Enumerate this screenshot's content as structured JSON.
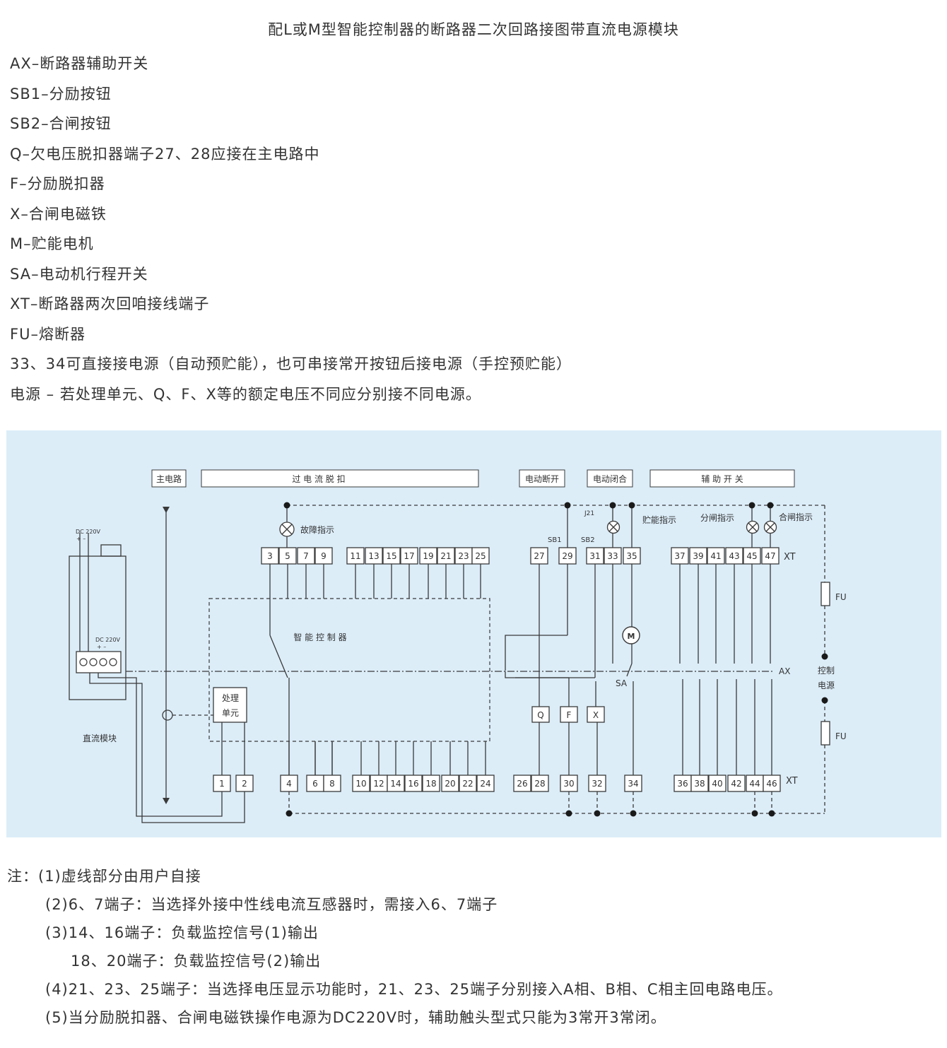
{
  "title": "配L或M型智能控制器的断路器二次回路接图带直流电源模块",
  "legend": [
    "AX–断路器辅助开关",
    "SB1–分励按钮",
    "SB2–合闸按钮",
    "Q–欠电压脱扣器端子27、28应接在主电路中",
    "F–分励脱扣器",
    "X–合闸电磁铁",
    "M–贮能电机",
    "SA–电动机行程开关",
    "XT–断路器两次回咱接线端子",
    "FU–熔断器",
    "33、34可直接接电源（自动预贮能），也可串接常开按钮后接电源（手控预贮能）",
    "电源 – 若处理单元、Q、F、X等的额定电压不同应分别接不同电源。"
  ],
  "diagram": {
    "colors": {
      "background": "#dcedf8",
      "line": "#3a3a3a"
    },
    "headers": {
      "main_circuit": "主电路",
      "overcurrent_trip": "过 电 流 脱 扣",
      "electric_open": "电动断开",
      "electric_close": "电动闭合",
      "aux_switch": "辅 助 开 关"
    },
    "labels": {
      "fault_indicator": "故障指示",
      "stored_energy_indicator": "贮能指示",
      "open_indicator": "分闸指示",
      "close_indicator": "合闸指示",
      "xt_top": "XT",
      "xt_bottom": "XT",
      "controller": "智 能 控 制 器",
      "processing_unit_1": "处理",
      "processing_unit_2": "单元",
      "dc_module": "直流模块",
      "dc_220v_top": "DC  220V",
      "dc_220v_inner": "DC  220V",
      "plus_minus_top": "+      –",
      "plus_minus_inner": "+      –",
      "sb1": "SB1",
      "sb2": "SB2",
      "j21": "J21",
      "sa": "SA",
      "ax": "AX",
      "fu_top": "FU",
      "fu_bottom": "FU",
      "control_power_1": "控制",
      "control_power_2": "电源",
      "q": "Q",
      "f": "F",
      "x": "X",
      "motor": "M"
    },
    "top_terminals": [
      "3",
      "5",
      "7",
      "9",
      "11",
      "13",
      "15",
      "17",
      "19",
      "21",
      "23",
      "25",
      "27",
      "29",
      "31",
      "33",
      "35",
      "37",
      "39",
      "41",
      "43",
      "45",
      "47"
    ],
    "bottom_terminals": [
      "1",
      "2",
      "4",
      "6",
      "8",
      "10",
      "12",
      "14",
      "16",
      "18",
      "20",
      "22",
      "24",
      "26",
      "28",
      "30",
      "32",
      "34",
      "36",
      "38",
      "40",
      "42",
      "44",
      "46"
    ]
  },
  "notes": [
    "注：(1)虚线部分由用户自接",
    "(2)6、7端子：当选择外接中性线电流互感器时，需接入6、7端子",
    "(3)14、16端子：负载监控信号(1)输出",
    "18、20端子：负载监控信号(2)输出",
    "(4)21、23、25端子：当选择电压显示功能时，21、23、25端子分别接入A相、B相、C相主回电路电压。",
    "(5)当分励脱扣器、合闸电磁铁操作电源为DC220V时，辅助触头型式只能为3常开3常闭。"
  ]
}
